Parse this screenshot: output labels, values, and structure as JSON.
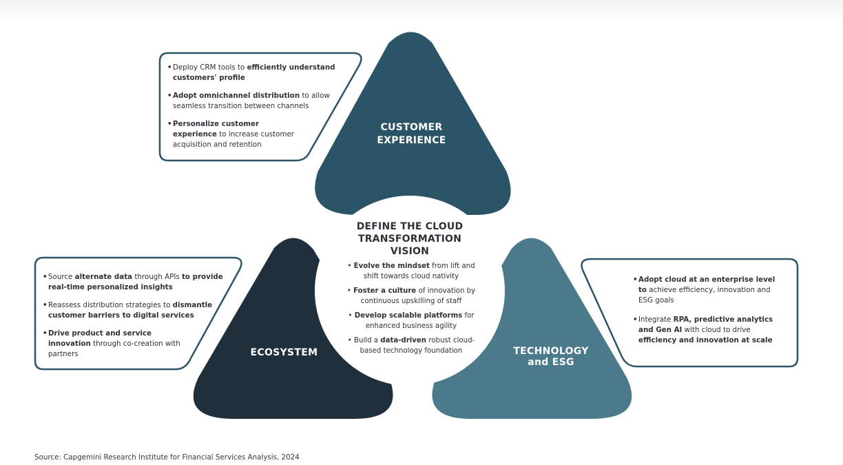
{
  "customer_experience": {
    "title_line1": "CUSTOMER",
    "title_line2": "EXPERIENCE",
    "bullets": [
      {
        "pre": "Deploy CRM tools to ",
        "strong": "efficiently understand customers' profile",
        "post": ""
      },
      {
        "pre": "",
        "strong": "Adopt omnichannel distribution",
        "post": " to allow seamless transition between channels"
      },
      {
        "pre": "",
        "strong": "Personalize customer experience",
        "post": " to increase customer acquisition and retention"
      }
    ]
  },
  "ecosystem": {
    "title": "ECOSYSTEM",
    "bullets": [
      {
        "pre": "Source ",
        "strong": "alternate data",
        "mid": " through APIs ",
        "strong2": "to provide real-time personalized insights",
        "post": ""
      },
      {
        "pre": "Reassess distribution strategies to ",
        "strong": "dismantle customer barriers to digital services",
        "mid": "",
        "strong2": "",
        "post": ""
      },
      {
        "pre": "",
        "strong": "Drive product and service innovation",
        "mid": "",
        "strong2": "",
        "post": " through co-creation with partners"
      }
    ]
  },
  "technology": {
    "title_line1": "TECHNOLOGY",
    "title_line2": "and ESG",
    "bullets": [
      {
        "pre": "",
        "strong": "Adopt cloud at an enterprise level to",
        "mid": " achieve efficiency, innovation and ESG goals",
        "strong2": "",
        "post": ""
      },
      {
        "pre": "Integrate ",
        "strong": "RPA, predictive analytics and Gen AI",
        "mid": " with cloud to drive ",
        "strong2": "efficiency and innovation at scale",
        "post": ""
      }
    ]
  },
  "center": {
    "title": "DEFINE THE CLOUD TRANSFORMATION VISION",
    "items": [
      {
        "pre": "",
        "strong": "Evolve the mindset",
        "post": " from lift and shift towards cloud nativity"
      },
      {
        "pre": "",
        "strong": "Foster a culture",
        "post": " of innovation by continuous upskilling of staff"
      },
      {
        "pre": "",
        "strong": "Develop scalable platforms",
        "post": " for enhanced business agility"
      },
      {
        "pre": "Build a ",
        "strong": "data-driven",
        "post": " robust cloud-based technology foundation"
      }
    ]
  },
  "source": "Source: Capgemini Research Institute for Financial Services Analysis, 2024",
  "colors": {
    "customer_experience": "#2b5566",
    "ecosystem": "#1f2f3c",
    "technology": "#4b7b8a",
    "box_border": "#2b5566"
  }
}
